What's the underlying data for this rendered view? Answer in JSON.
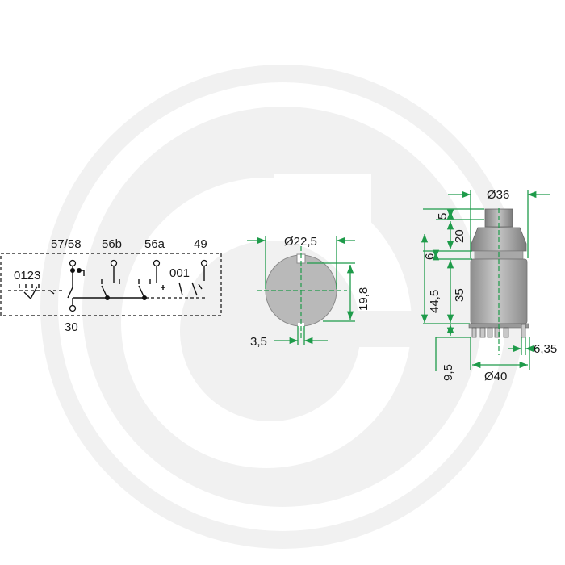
{
  "wiring": {
    "positions_label": "0123",
    "terminal_5758": "57/58",
    "terminal_56b": "56b",
    "terminal_56a": "56a",
    "terminal_49": "49",
    "terminal_30": "30",
    "pattern_001": "001"
  },
  "front_view": {
    "diameter": "Ø22,5",
    "height": "19,8",
    "slot_width": "3,5"
  },
  "side_view": {
    "top_diameter": "Ø36",
    "dim_5": "5",
    "dim_20": "20",
    "dim_6": "6",
    "dim_44_5": "44,5",
    "dim_35": "35",
    "dim_9_5": "9,5",
    "base_diameter": "Ø40",
    "dim_6_35": "6,35"
  },
  "colors": {
    "dimension": "#1e9b4a",
    "watermark": "#f0f0f0",
    "body_fill": "#b5b5b5"
  }
}
